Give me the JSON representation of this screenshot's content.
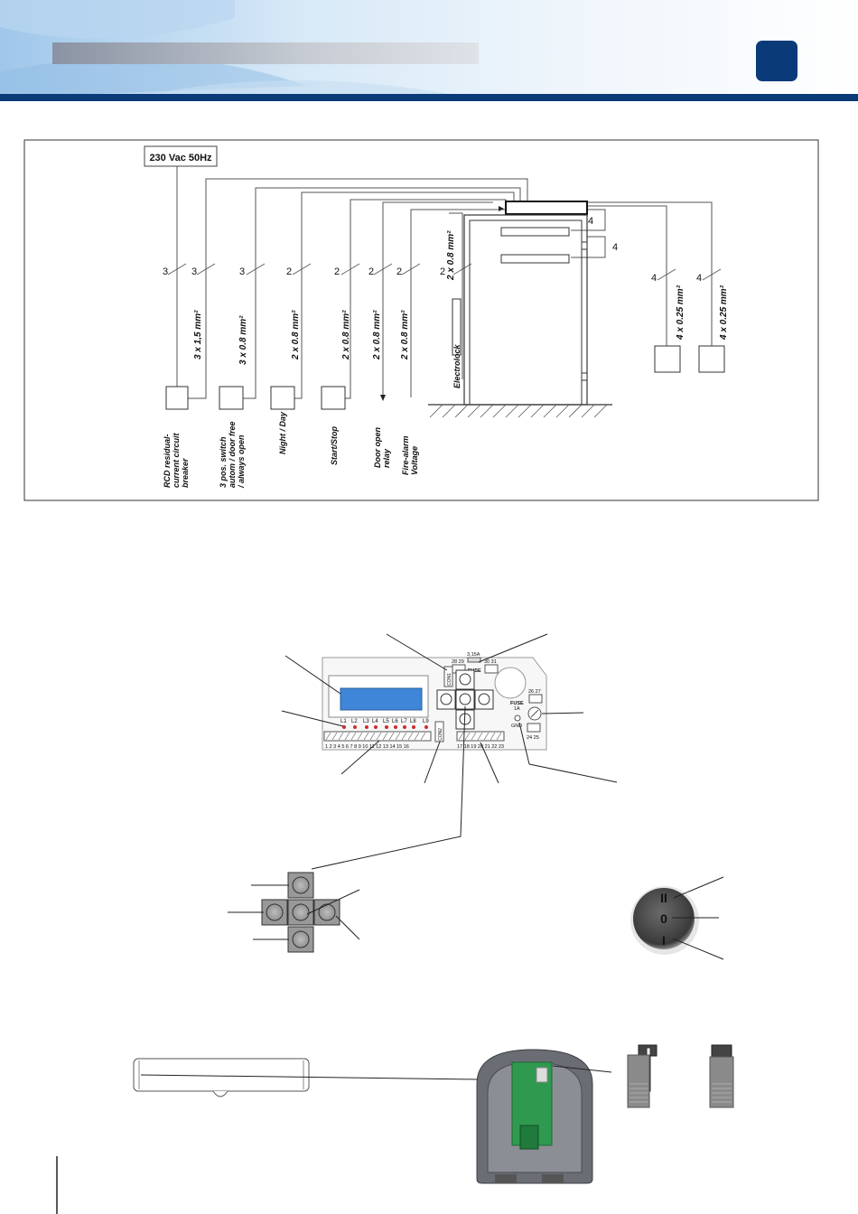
{
  "diagram": {
    "supply_label": "230 Vac 50Hz",
    "cable_counts": [
      "3",
      "3",
      "3",
      "2",
      "2",
      "2",
      "2",
      "2",
      "4",
      "4",
      "4",
      "4"
    ],
    "cable_specs": [
      "3 x 1,5 mm²",
      "3 x 0.8 mm²",
      "2 x 0.8 mm²",
      "2 x 0.8 mm²",
      "2 x 0.8 mm²",
      "2 x 0.8 mm²",
      "2 x 0.8 mm²",
      "4 x 0.25 mm²",
      "4 x 0.25 mm²"
    ],
    "device_labels": [
      [
        "RCD residual-",
        "current circuit",
        "breaker"
      ],
      [
        "3 pos. switch",
        "autom / door free",
        "/ always open"
      ],
      [
        "Night / Day"
      ],
      [
        "Start/Stop"
      ],
      [
        "Door open",
        "relay"
      ],
      [
        "Fire-alarm",
        "Voltage"
      ]
    ],
    "electrolock_label": "Electrolock"
  },
  "board": {
    "con1": "CON1",
    "con2": "CON2",
    "terminals_top_left": "28 29",
    "fuse_rating": "3,15A",
    "terminals_top_right": "30 31",
    "fuse_label": "FUSE",
    "fuse1_label": "FUSE",
    "fuse1_rating": "1A",
    "gnd_label": "GND",
    "terminals_26_27": "26 27",
    "terminals_24_25": "24 25",
    "leds": [
      "L1",
      "L2",
      "L3",
      "L4",
      "L5",
      "L6",
      "L7",
      "L8",
      "L9"
    ],
    "terminals_bottom_left": "1 2 3 4 5 6 7 8 9 10 11 12 13 14 15 16",
    "terminals_bottom_right": "17 18 19 20 21 22 23"
  },
  "selector": {
    "marks": [
      "II",
      "0",
      "I"
    ]
  },
  "colors": {
    "brand_blue": "#0b3a78",
    "lcd_blue": "#3f86d8",
    "pcb_green": "#2f9a4f"
  }
}
